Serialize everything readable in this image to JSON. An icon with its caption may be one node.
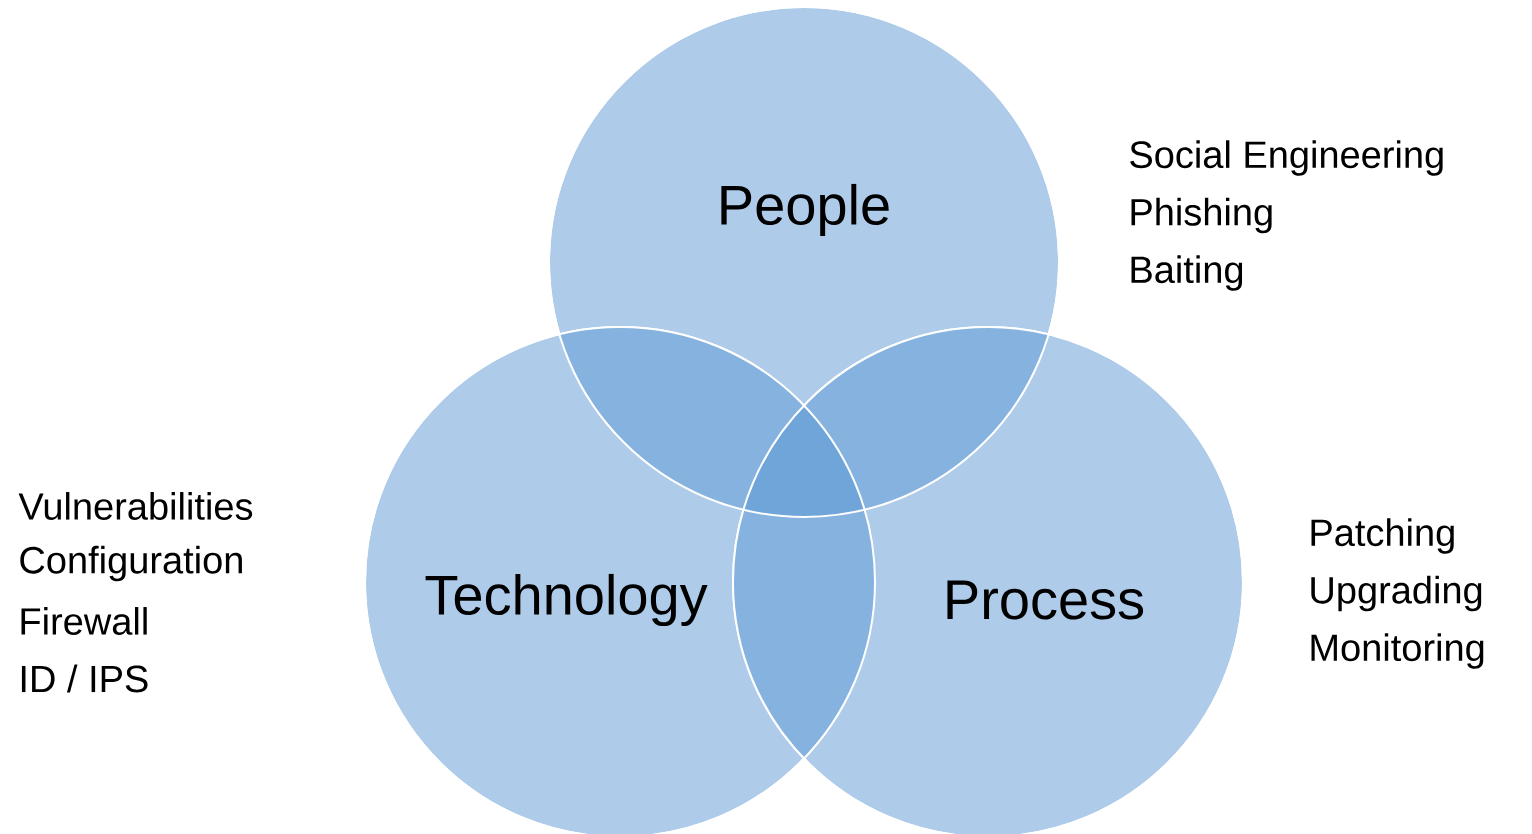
{
  "diagram": {
    "nodes": [
      {
        "text": [
          "People"
        ],
        "beside": [
          "Social Engineering",
          "Phishing",
          "Baiting"
        ]
      },
      {
        "text": [
          "Technology"
        ],
        "beside": [
          "Vulnerabilities",
          "Configuration",
          "Firewall",
          "ID / IPS"
        ]
      },
      {
        "text": [
          "Process"
        ],
        "beside": [
          "Patching",
          "Upgrading",
          "Monitoring"
        ]
      }
    ]
  }
}
